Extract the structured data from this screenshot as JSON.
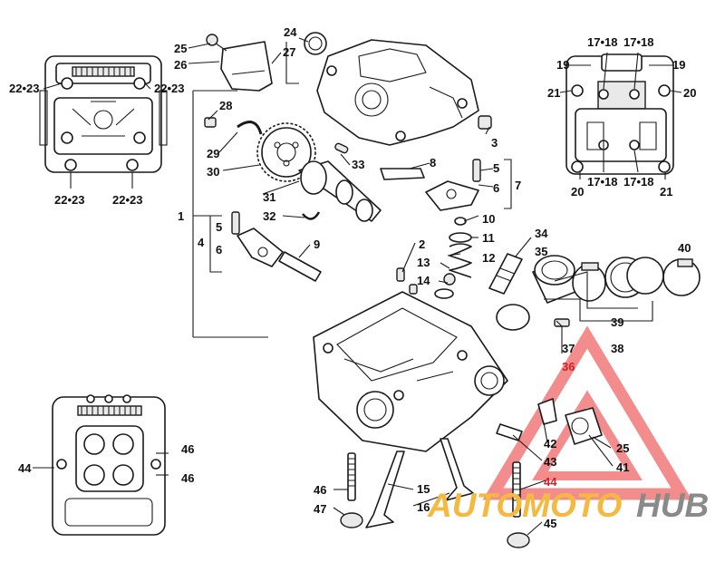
{
  "callouts": [
    {
      "id": "c1",
      "text": "1"
    },
    {
      "id": "c2",
      "text": "2"
    },
    {
      "id": "c3",
      "text": "3"
    },
    {
      "id": "c4",
      "text": "4"
    },
    {
      "id": "c5a",
      "text": "5"
    },
    {
      "id": "c5b",
      "text": "5"
    },
    {
      "id": "c6a",
      "text": "6"
    },
    {
      "id": "c6b",
      "text": "6"
    },
    {
      "id": "c7",
      "text": "7"
    },
    {
      "id": "c8",
      "text": "8"
    },
    {
      "id": "c9",
      "text": "9"
    },
    {
      "id": "c10",
      "text": "10"
    },
    {
      "id": "c11",
      "text": "11"
    },
    {
      "id": "c12",
      "text": "12"
    },
    {
      "id": "c13",
      "text": "13"
    },
    {
      "id": "c14",
      "text": "14"
    },
    {
      "id": "c15",
      "text": "15"
    },
    {
      "id": "c16",
      "text": "16"
    },
    {
      "id": "c17_18a",
      "text": "17•18"
    },
    {
      "id": "c17_18b",
      "text": "17•18"
    },
    {
      "id": "c17_18c",
      "text": "17•18"
    },
    {
      "id": "c17_18d",
      "text": "17•18"
    },
    {
      "id": "c19a",
      "text": "19"
    },
    {
      "id": "c19b",
      "text": "19"
    },
    {
      "id": "c20a",
      "text": "20"
    },
    {
      "id": "c20b",
      "text": "20"
    },
    {
      "id": "c21a",
      "text": "21"
    },
    {
      "id": "c21b",
      "text": "21"
    },
    {
      "id": "c22_23a",
      "text": "22•23"
    },
    {
      "id": "c22_23b",
      "text": "22•23"
    },
    {
      "id": "c22_23c",
      "text": "22•23"
    },
    {
      "id": "c22_23d",
      "text": "22•23"
    },
    {
      "id": "c24",
      "text": "24"
    },
    {
      "id": "c25a",
      "text": "25"
    },
    {
      "id": "c25b",
      "text": "25"
    },
    {
      "id": "c26",
      "text": "26"
    },
    {
      "id": "c27",
      "text": "27"
    },
    {
      "id": "c28",
      "text": "28"
    },
    {
      "id": "c29",
      "text": "29"
    },
    {
      "id": "c30",
      "text": "30"
    },
    {
      "id": "c31",
      "text": "31"
    },
    {
      "id": "c32",
      "text": "32"
    },
    {
      "id": "c33",
      "text": "33"
    },
    {
      "id": "c34",
      "text": "34"
    },
    {
      "id": "c35",
      "text": "35"
    },
    {
      "id": "c36",
      "text": "36"
    },
    {
      "id": "c37",
      "text": "37"
    },
    {
      "id": "c38",
      "text": "38"
    },
    {
      "id": "c39",
      "text": "39"
    },
    {
      "id": "c40",
      "text": "40"
    },
    {
      "id": "c41",
      "text": "41"
    },
    {
      "id": "c42",
      "text": "42"
    },
    {
      "id": "c43",
      "text": "43"
    },
    {
      "id": "c44a",
      "text": "44"
    },
    {
      "id": "c44b",
      "text": "44"
    },
    {
      "id": "c45",
      "text": "45"
    },
    {
      "id": "c46a",
      "text": "46"
    },
    {
      "id": "c46b",
      "text": "46"
    },
    {
      "id": "c46c",
      "text": "46"
    },
    {
      "id": "c47",
      "text": "47"
    }
  ],
  "watermark": {
    "part1": "AUTOMOTO",
    "part2": "HUB",
    "colors": {
      "triangle": "#f07070",
      "part1": "#f5b942",
      "part2": "#8a8a8a"
    }
  }
}
